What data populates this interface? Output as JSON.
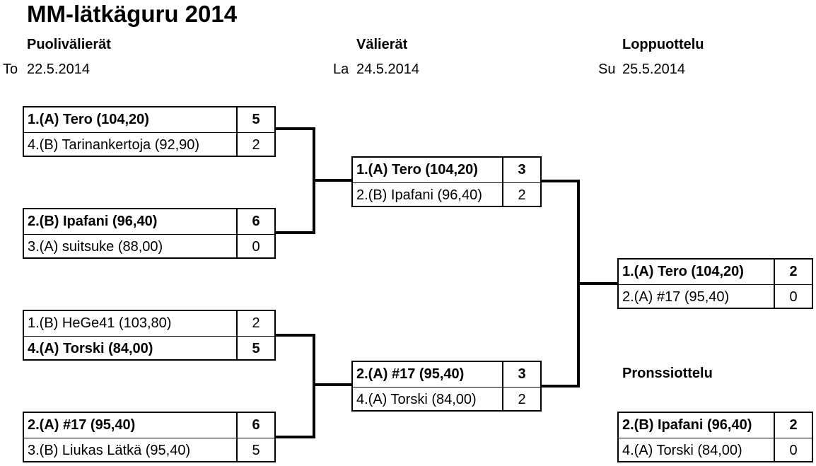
{
  "title": "MM-lätkäguru 2014",
  "rounds": {
    "qf": {
      "name": "Puolivälierät",
      "day": "To",
      "date": "22.5.2014"
    },
    "sf": {
      "name": "Välierät",
      "day": "La",
      "date": "24.5.2014"
    },
    "final": {
      "name": "Loppuottelu",
      "day": "Su",
      "date": "25.5.2014"
    },
    "bronze": {
      "name": "Pronssiottelu"
    }
  },
  "matches": {
    "qf1": {
      "top": {
        "name": "1.(A) Tero (104,20)",
        "score": "5",
        "win": true
      },
      "bottom": {
        "name": "4.(B) Tarinankertoja (92,90)",
        "score": "2",
        "win": false
      }
    },
    "qf2": {
      "top": {
        "name": "2.(B) Ipafani (96,40)",
        "score": "6",
        "win": true
      },
      "bottom": {
        "name": "3.(A) suitsuke (88,00)",
        "score": "0",
        "win": false
      }
    },
    "qf3": {
      "top": {
        "name": "1.(B) HeGe41 (103,80)",
        "score": "2",
        "win": false
      },
      "bottom": {
        "name": "4.(A) Torski (84,00)",
        "score": "5",
        "win": true
      }
    },
    "qf4": {
      "top": {
        "name": "2.(A) #17 (95,40)",
        "score": "6",
        "win": true
      },
      "bottom": {
        "name": "3.(B) Liukas Lätkä (95,40)",
        "score": "5",
        "win": false
      }
    },
    "sf1": {
      "top": {
        "name": "1.(A) Tero (104,20)",
        "score": "3",
        "win": true
      },
      "bottom": {
        "name": "2.(B) Ipafani (96,40)",
        "score": "2",
        "win": false
      }
    },
    "sf2": {
      "top": {
        "name": "2.(A) #17 (95,40)",
        "score": "3",
        "win": true
      },
      "bottom": {
        "name": "4.(A) Torski (84,00)",
        "score": "2",
        "win": false
      }
    },
    "final": {
      "top": {
        "name": "1.(A) Tero (104,20)",
        "score": "2",
        "win": true
      },
      "bottom": {
        "name": "2.(A) #17 (95,40)",
        "score": "0",
        "win": false
      }
    },
    "bronze": {
      "top": {
        "name": "2.(B) Ipafani (96,40)",
        "score": "2",
        "win": true
      },
      "bottom": {
        "name": "4.(A) Torski (84,00)",
        "score": "0",
        "win": false
      }
    }
  }
}
